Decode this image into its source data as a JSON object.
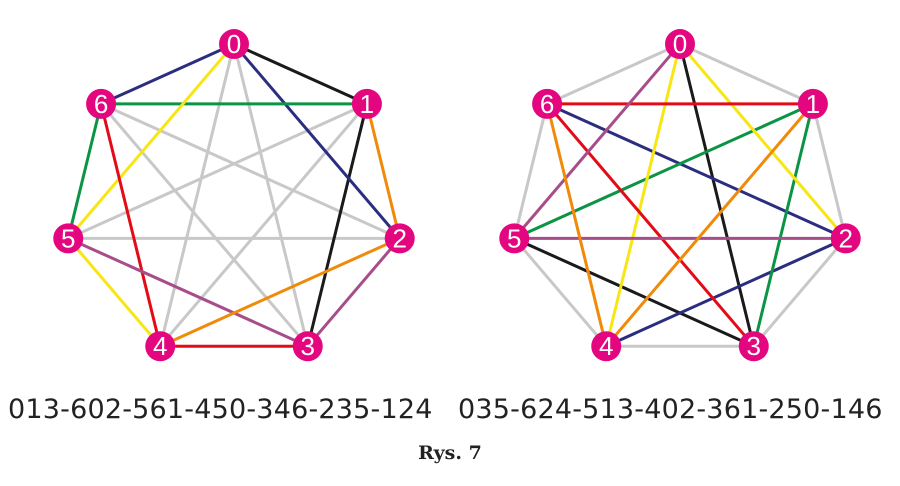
{
  "colors": {
    "node": "#e4067f",
    "black": "#1a1a1a",
    "navy": "#2b2d7f",
    "green": "#0b9444",
    "yellow": "#f7e614",
    "red": "#e30b17",
    "purple": "#a64d8a",
    "orange": "#f08a0b",
    "gray": "#c8c8c8"
  },
  "graphs": [
    {
      "sequence": "013-602-561-450-346-235-124",
      "nodes": [
        "0",
        "1",
        "2",
        "3",
        "4",
        "5",
        "6"
      ],
      "edges": [
        [
          "0",
          "3",
          "gray"
        ],
        [
          "0",
          "4",
          "gray"
        ],
        [
          "6",
          "2",
          "gray"
        ],
        [
          "6",
          "3",
          "gray"
        ],
        [
          "5",
          "1",
          "gray"
        ],
        [
          "5",
          "2",
          "gray"
        ],
        [
          "1",
          "4",
          "gray"
        ],
        [
          "0",
          "1",
          "black"
        ],
        [
          "1",
          "3",
          "black"
        ],
        [
          "6",
          "0",
          "navy"
        ],
        [
          "0",
          "2",
          "navy"
        ],
        [
          "5",
          "6",
          "green"
        ],
        [
          "6",
          "1",
          "green"
        ],
        [
          "4",
          "5",
          "yellow"
        ],
        [
          "5",
          "0",
          "yellow"
        ],
        [
          "3",
          "4",
          "red"
        ],
        [
          "4",
          "6",
          "red"
        ],
        [
          "2",
          "3",
          "purple"
        ],
        [
          "3",
          "5",
          "purple"
        ],
        [
          "1",
          "2",
          "orange"
        ],
        [
          "2",
          "4",
          "orange"
        ]
      ]
    },
    {
      "sequence": "035-624-513-402-361-250-146",
      "nodes": [
        "0",
        "1",
        "2",
        "3",
        "4",
        "5",
        "6"
      ],
      "edges": [
        [
          "0",
          "1",
          "gray"
        ],
        [
          "1",
          "2",
          "gray"
        ],
        [
          "2",
          "3",
          "gray"
        ],
        [
          "3",
          "4",
          "gray"
        ],
        [
          "4",
          "5",
          "gray"
        ],
        [
          "5",
          "6",
          "gray"
        ],
        [
          "6",
          "0",
          "gray"
        ],
        [
          "0",
          "3",
          "black"
        ],
        [
          "3",
          "5",
          "black"
        ],
        [
          "6",
          "2",
          "navy"
        ],
        [
          "2",
          "4",
          "navy"
        ],
        [
          "5",
          "1",
          "green"
        ],
        [
          "1",
          "3",
          "green"
        ],
        [
          "4",
          "0",
          "yellow"
        ],
        [
          "0",
          "2",
          "yellow"
        ],
        [
          "3",
          "6",
          "red"
        ],
        [
          "6",
          "1",
          "red"
        ],
        [
          "2",
          "5",
          "purple"
        ],
        [
          "5",
          "0",
          "purple"
        ],
        [
          "1",
          "4",
          "orange"
        ],
        [
          "4",
          "6",
          "orange"
        ]
      ]
    }
  ],
  "caption": "Rys. 7"
}
